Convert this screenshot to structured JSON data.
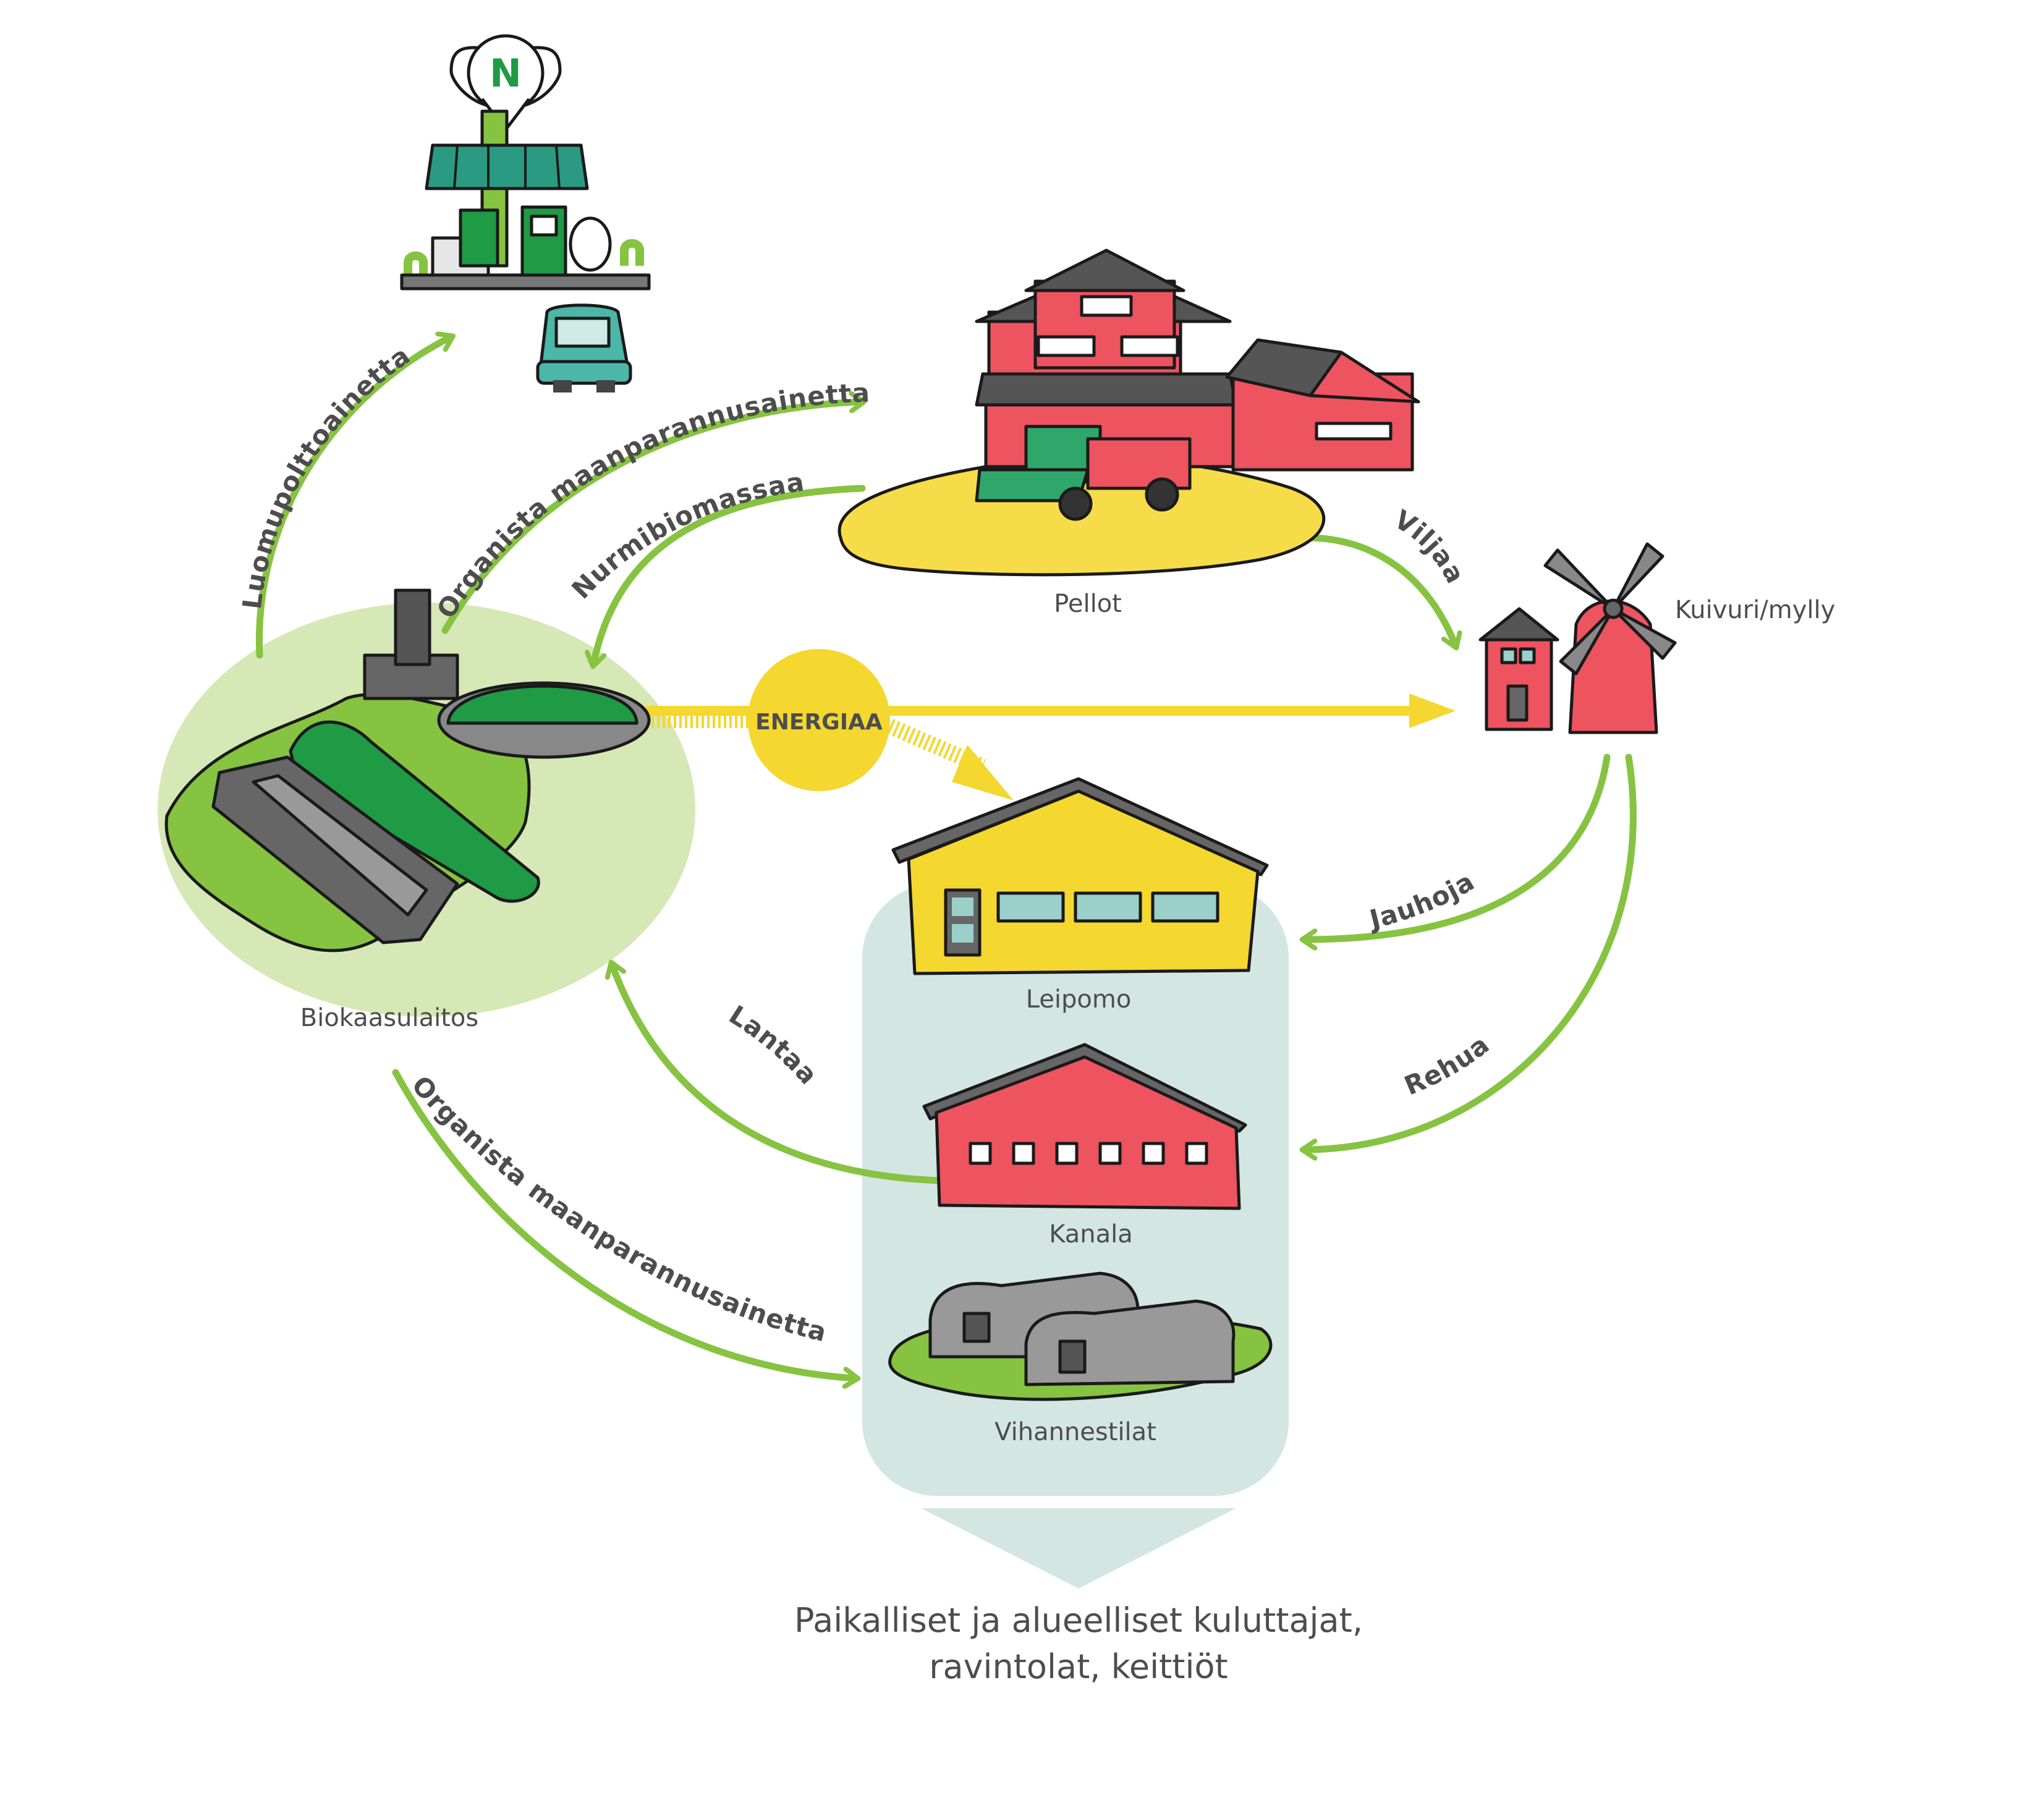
{
  "colors": {
    "arrow_green": "#86c341",
    "energy_yellow": "#f4d72f",
    "biogas_bg": "#d6e8b6",
    "consumer_bg": "#d4e6e2",
    "barn_red": "#ee5360",
    "roof_gray": "#555555",
    "field_yellow": "#f7dc4a",
    "dark_green": "#1f9a45"
  },
  "nodes": {
    "station_logo": "N",
    "pellot": "Pellot",
    "kuivuri": "Kuivuri/mylly",
    "biokaasulaitos": "Biokaasulaitos",
    "leipomo": "Leipomo",
    "kanala": "Kanala",
    "vihannestilat": "Vihannestilat"
  },
  "flows": {
    "luomupolttoainetta": "Luomupolttoainetta",
    "organic_top": "Organista maanparannusainetta",
    "nurmibiomassaa": "Nurmibiomassaa",
    "viljaa": "Viljaa",
    "energiaa": "ENERGIAA",
    "jauhoja": "Jauhoja",
    "rehua": "Rehua",
    "lantaa": "Lantaa",
    "organic_bottom": "Organista maanparannusainetta"
  },
  "consumers": {
    "line1": "Paikalliset ja alueelliset kuluttajat,",
    "line2": "ravintolat, keittiöt"
  }
}
